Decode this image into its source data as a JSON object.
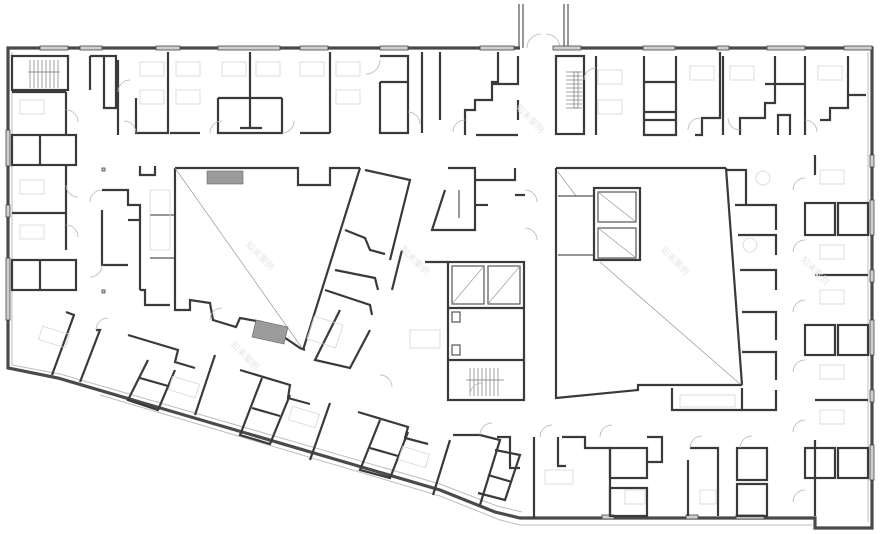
{
  "drawing": {
    "type": "architectural-floor-plan",
    "description": "Clinic floor plan with perimeter exam rooms, two open courtyard voids, elevator cores and stairs",
    "colors": {
      "wall": "#3a3a3a",
      "exterior_wall": "#4a4a4a",
      "furniture": "#d6d6d6",
      "door_swing": "#b5b5b5",
      "stair_hatch": "#9b9b9b",
      "background": "#ffffff"
    },
    "courtyards": [
      {
        "name": "west-courtyard"
      },
      {
        "name": "east-courtyard"
      }
    ],
    "stairs": [
      "northwest-stair",
      "north-center-stair",
      "center-stair"
    ],
    "elevators": [
      "center-elevator-pair",
      "courtyard-elevator-pair"
    ],
    "watermark": "知末案例"
  }
}
